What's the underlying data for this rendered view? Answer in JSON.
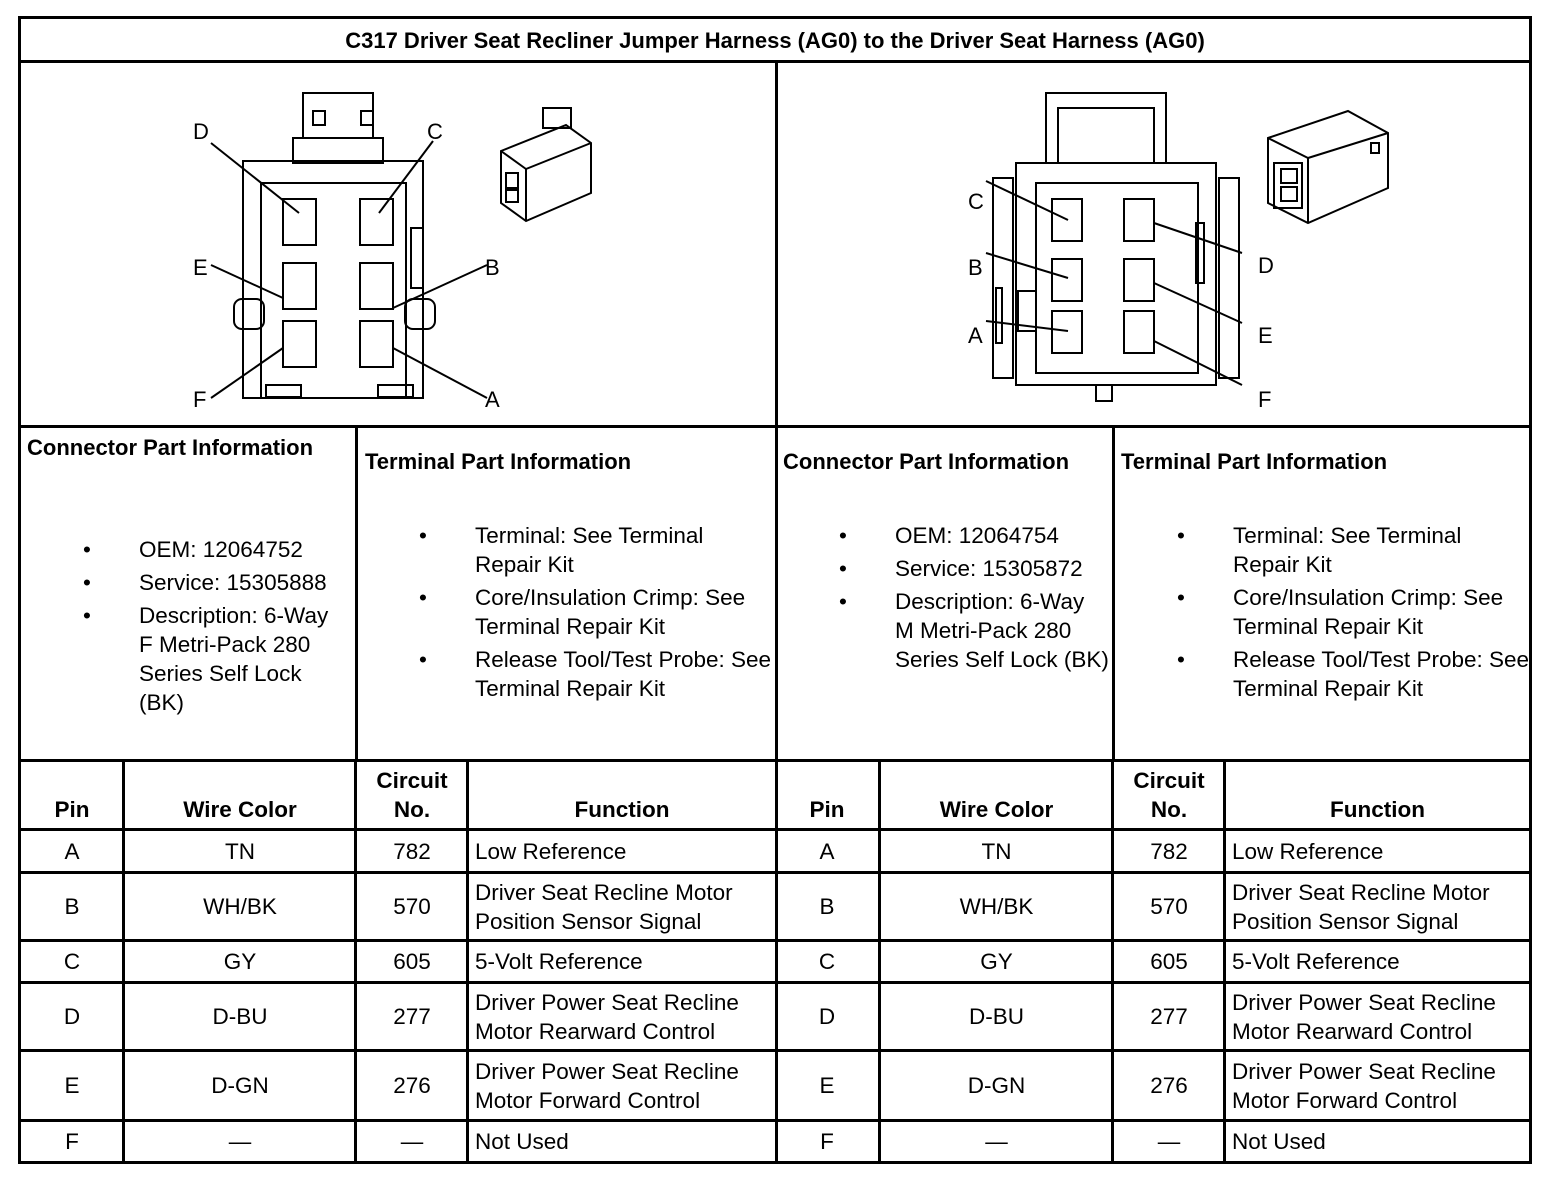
{
  "title": "C317 Driver Seat Recliner Jumper Harness (AG0) to the Driver Seat Harness (AG0)",
  "left": {
    "connector_heading": "Connector Part Information",
    "connector_items": [
      "OEM: 12064752",
      "Service: 15305888",
      "Description: 6-Way F Metri-Pack 280 Series Self Lock (BK)"
    ],
    "terminal_heading": "Terminal Part Information",
    "terminal_items": [
      "Terminal: See Terminal Repair Kit",
      "Core/Insulation Crimp: See Terminal Repair Kit",
      "Release Tool/Test Probe: See Terminal Repair Kit"
    ],
    "diagram_labels": [
      "D",
      "C",
      "E",
      "B",
      "F",
      "A"
    ]
  },
  "right": {
    "connector_heading": "Connector Part Information",
    "connector_items": [
      "OEM: 12064754",
      "Service: 15305872",
      "Description: 6-Way M Metri-Pack 280 Series Self Lock (BK)"
    ],
    "terminal_heading": "Terminal Part Information",
    "terminal_items": [
      "Terminal: See Terminal Repair Kit",
      "Core/Insulation Crimp: See Terminal Repair Kit",
      "Release Tool/Test Probe: See Terminal Repair Kit"
    ],
    "diagram_labels": [
      "C",
      "D",
      "B",
      "E",
      "A",
      "F"
    ]
  },
  "bullet": "•",
  "table": {
    "headers": [
      "Pin",
      "Wire Color",
      "Circuit No.",
      "Function"
    ],
    "rows": [
      {
        "pin": "A",
        "color": "TN",
        "circuit": "782",
        "function": "Low Reference"
      },
      {
        "pin": "B",
        "color": "WH/BK",
        "circuit": "570",
        "function": "Driver Seat Recline Motor Position Sensor Signal"
      },
      {
        "pin": "C",
        "color": "GY",
        "circuit": "605",
        "function": "5-Volt Reference"
      },
      {
        "pin": "D",
        "color": "D-BU",
        "circuit": "277",
        "function": "Driver Power Seat Recline Motor Rearward Control"
      },
      {
        "pin": "E",
        "color": "D-GN",
        "circuit": "276",
        "function": "Driver Power Seat Recline Motor Forward Control"
      },
      {
        "pin": "F",
        "color": "—",
        "circuit": "—",
        "function": "Not Used"
      }
    ]
  }
}
